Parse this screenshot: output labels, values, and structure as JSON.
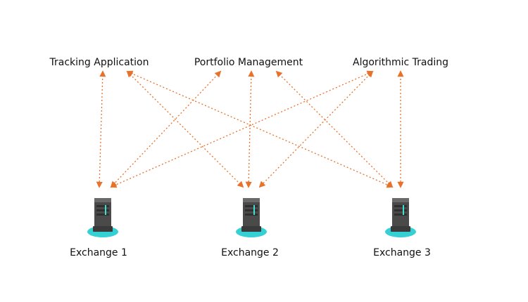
{
  "applications": [
    {
      "id": "tracking",
      "label": "Tracking Application"
    },
    {
      "id": "portfolio",
      "label": "Portfolio Management"
    },
    {
      "id": "algo",
      "label": "Algorithmic Trading"
    }
  ],
  "exchanges": [
    {
      "id": "ex1",
      "label": "Exchange 1",
      "icon": "server-icon"
    },
    {
      "id": "ex2",
      "label": "Exchange 2",
      "icon": "server-icon"
    },
    {
      "id": "ex3",
      "label": "Exchange 3",
      "icon": "server-icon"
    }
  ],
  "connections": [
    {
      "from": "tracking",
      "to": "ex1"
    },
    {
      "from": "tracking",
      "to": "ex2"
    },
    {
      "from": "tracking",
      "to": "ex3"
    },
    {
      "from": "portfolio",
      "to": "ex1"
    },
    {
      "from": "portfolio",
      "to": "ex2"
    },
    {
      "from": "portfolio",
      "to": "ex3"
    },
    {
      "from": "algo",
      "to": "ex1"
    },
    {
      "from": "algo",
      "to": "ex2"
    },
    {
      "from": "algo",
      "to": "ex3"
    }
  ],
  "colors": {
    "connector": "#e8722a",
    "server_body": "#4a4a4a",
    "server_top": "#6a6a6a",
    "server_panel": "#2f2f2f",
    "server_glow": "#3fe0d0",
    "platform": "#35d0d4"
  }
}
